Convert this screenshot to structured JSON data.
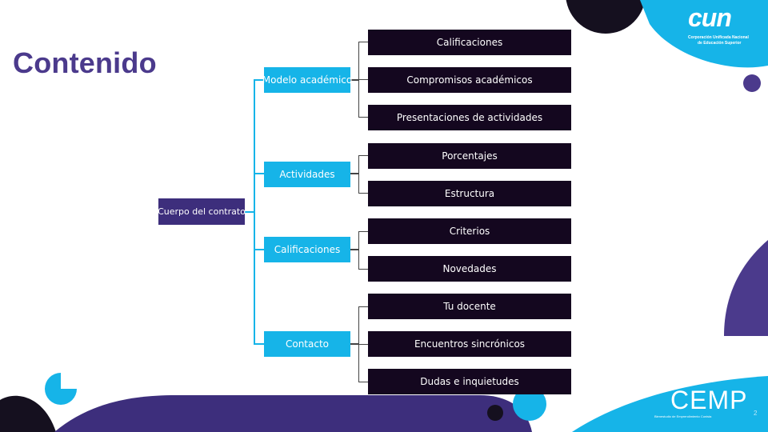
{
  "slide": {
    "title": "Contenido",
    "page_number": "2"
  },
  "logos": {
    "top": {
      "mark": "cun",
      "line1": "Corporación Unificada Nacional",
      "line2": "de Educación Superior"
    },
    "bottom": {
      "mark": "CEMP",
      "tagline": "Bienestudio de Emprendimiento Cunista"
    }
  },
  "diagram": {
    "root": "Cuerpo del contrato",
    "branches": [
      {
        "label": "Modelo académico",
        "children": [
          "Calificaciones",
          "Compromisos académicos",
          "Presentaciones de actividades"
        ]
      },
      {
        "label": "Actividades",
        "children": [
          "Porcentajes",
          "Estructura"
        ]
      },
      {
        "label": "Calificaciones",
        "children": [
          "Criterios",
          "Novedades"
        ]
      },
      {
        "label": "Contacto",
        "children": [
          "Tu docente",
          "Encuentros sincrónicos",
          "Dudas e inquietudes"
        ]
      }
    ]
  },
  "colors": {
    "title": "#4b3a8c",
    "root": "#3d2e7c",
    "branch": "#16b4e8",
    "leaf": "#14071f",
    "accent_purple": "#4b3a8c",
    "accent_dark": "#15101f"
  }
}
